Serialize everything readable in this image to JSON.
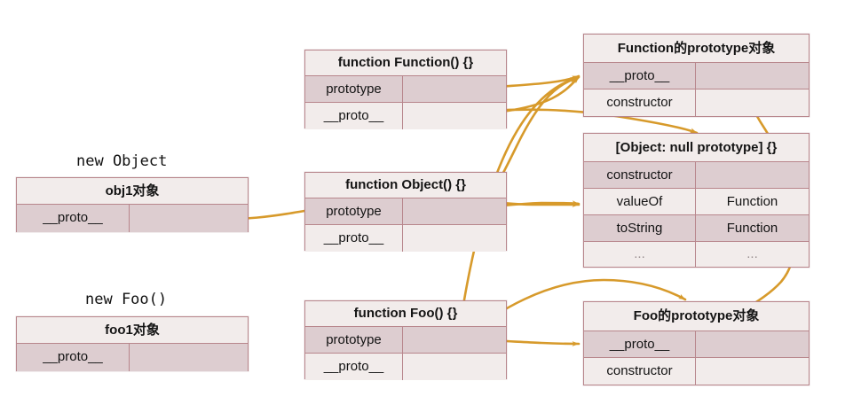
{
  "diagram": {
    "title": "JavaScript prototype chain diagram",
    "accent_color": "#d79a2b",
    "box_border_color": "#b8868c",
    "row_dark": "#ddcdd0",
    "row_light": "#f2eceb",
    "captions": {
      "new_object": "new Object",
      "new_foo": "new Foo()"
    },
    "boxes": {
      "obj1": {
        "title": "obj1对象",
        "rows": [
          {
            "key": "__proto__",
            "value": ""
          }
        ]
      },
      "foo1": {
        "title": "foo1对象",
        "rows": [
          {
            "key": "__proto__",
            "value": ""
          }
        ]
      },
      "function_ctor": {
        "title": "function Function() {}",
        "rows": [
          {
            "key": "prototype",
            "value": ""
          },
          {
            "key": "__proto__",
            "value": ""
          }
        ]
      },
      "object_ctor": {
        "title": "function Object() {}",
        "rows": [
          {
            "key": "prototype",
            "value": ""
          },
          {
            "key": "__proto__",
            "value": ""
          }
        ]
      },
      "foo_ctor": {
        "title": "function Foo() {}",
        "rows": [
          {
            "key": "prototype",
            "value": ""
          },
          {
            "key": "__proto__",
            "value": ""
          }
        ]
      },
      "function_proto": {
        "title": "Function的prototype对象",
        "rows": [
          {
            "key": "__proto__",
            "value": ""
          },
          {
            "key": "constructor",
            "value": ""
          }
        ]
      },
      "null_proto": {
        "title": "[Object: null prototype] {}",
        "rows": [
          {
            "key": "constructor",
            "value": ""
          },
          {
            "key": "valueOf",
            "value": "Function"
          },
          {
            "key": "toString",
            "value": "Function"
          },
          {
            "key": "...",
            "value": "..."
          }
        ]
      },
      "foo_proto": {
        "title": "Foo的prototype对象",
        "rows": [
          {
            "key": "__proto__",
            "value": ""
          },
          {
            "key": "constructor",
            "value": ""
          }
        ]
      }
    },
    "edges": [
      {
        "name": "obj1-proto-to-null-proto",
        "from": "obj1.__proto__",
        "to": "null_proto.valueOf"
      },
      {
        "name": "foo1-proto-to-foo-proto",
        "from": "foo1.__proto__",
        "to": "foo_proto.__proto__"
      },
      {
        "name": "function-prototype-to-function-proto",
        "from": "function_ctor.prototype",
        "to": "function_proto.__proto__"
      },
      {
        "name": "function-dunder-to-function-proto",
        "from": "function_ctor.__proto__",
        "to": "function_proto.__proto__"
      },
      {
        "name": "object-dunder-to-function-proto",
        "from": "object_ctor.__proto__",
        "to": "function_proto.__proto__"
      },
      {
        "name": "foo-dunder-to-function-proto",
        "from": "foo_ctor.__proto__",
        "to": "function_proto.__proto__"
      },
      {
        "name": "object-prototype-to-null-proto",
        "from": "object_ctor.prototype",
        "to": "null_proto.valueOf"
      },
      {
        "name": "function-proto-dunder-to-null-proto",
        "from": "function_proto.__proto__",
        "to": "null_proto.right"
      },
      {
        "name": "foo-prototype-to-foo-proto",
        "from": "foo_ctor.prototype",
        "to": "foo_proto.__proto__"
      },
      {
        "name": "foo-proto-dunder-to-null-proto",
        "from": "foo_proto.__proto__",
        "to": "null_proto.right"
      }
    ]
  }
}
